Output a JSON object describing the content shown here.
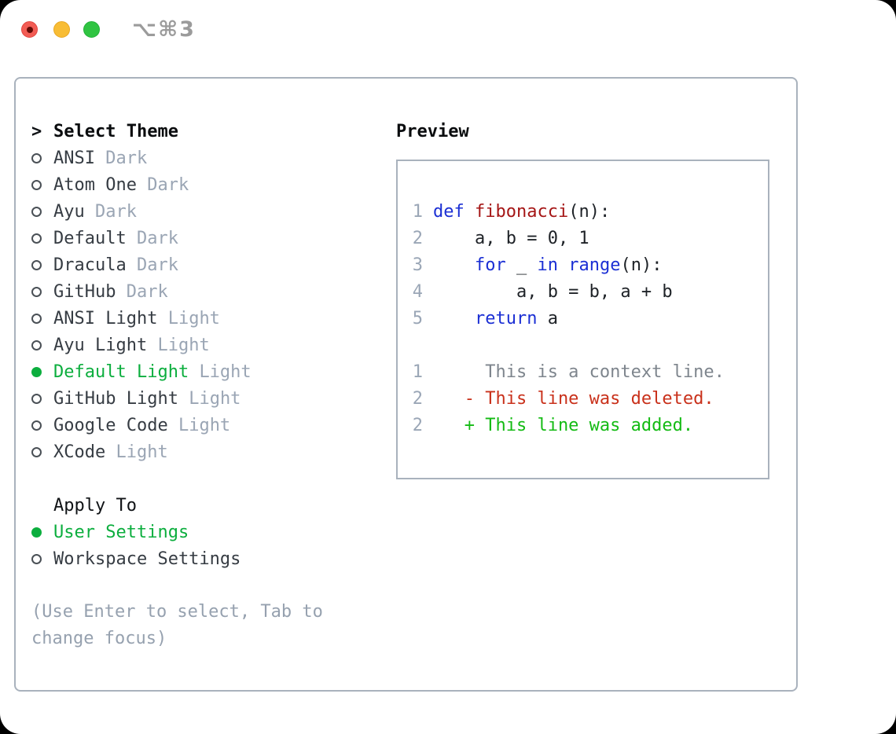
{
  "titlebar": {
    "shortcut": "⌥⌘3",
    "buttons": [
      "close",
      "minimize",
      "zoom"
    ]
  },
  "colors": {
    "traffic_red": "#f25c54",
    "traffic_yellow": "#f8bd35",
    "traffic_green": "#30c442",
    "panel_border": "#a9b2bd",
    "selection_green": "#0cae3e",
    "tag_gray": "#9aa5b4",
    "hint_gray": "#96a1af",
    "keyword_blue": "#1b2fd4",
    "function_red": "#a51616",
    "deleted_red": "#c9311b",
    "added_green": "#14bb14",
    "context_gray": "#7e858d",
    "line_number_gray": "#9aa6b6"
  },
  "theme_selector": {
    "title": "Select Theme",
    "prompt": ">",
    "items": [
      {
        "label": "ANSI",
        "tag": "Dark",
        "selected": false
      },
      {
        "label": "Atom One",
        "tag": "Dark",
        "selected": false
      },
      {
        "label": "Ayu",
        "tag": "Dark",
        "selected": false
      },
      {
        "label": "Default",
        "tag": "Dark",
        "selected": false
      },
      {
        "label": "Dracula",
        "tag": "Dark",
        "selected": false
      },
      {
        "label": "GitHub",
        "tag": "Dark",
        "selected": false
      },
      {
        "label": "ANSI Light",
        "tag": "Light",
        "selected": false
      },
      {
        "label": "Ayu Light",
        "tag": "Light",
        "selected": false
      },
      {
        "label": "Default Light",
        "tag": "Light",
        "selected": true
      },
      {
        "label": "GitHub Light",
        "tag": "Light",
        "selected": false
      },
      {
        "label": "Google Code",
        "tag": "Light",
        "selected": false
      },
      {
        "label": "XCode",
        "tag": "Light",
        "selected": false
      }
    ],
    "apply_to": {
      "title": "Apply To",
      "options": [
        {
          "label": "User Settings",
          "selected": true
        },
        {
          "label": "Workspace Settings",
          "selected": false
        }
      ]
    },
    "hint": "(Use Enter to select, Tab to change focus)"
  },
  "preview": {
    "title": "Preview",
    "lines": [
      {
        "num": "1",
        "segments": [
          {
            "t": "def",
            "c": "kw"
          },
          {
            "t": " ",
            "c": "pl"
          },
          {
            "t": "fibonacci",
            "c": "fn"
          },
          {
            "t": "(n):",
            "c": "pl"
          }
        ]
      },
      {
        "num": "2",
        "segments": [
          {
            "t": "    a, b = 0, 1",
            "c": "pl"
          }
        ]
      },
      {
        "num": "3",
        "segments": [
          {
            "t": "    ",
            "c": "pl"
          },
          {
            "t": "for",
            "c": "kw"
          },
          {
            "t": " _ ",
            "c": "pl"
          },
          {
            "t": "in",
            "c": "kw"
          },
          {
            "t": " ",
            "c": "pl"
          },
          {
            "t": "range",
            "c": "kw"
          },
          {
            "t": "(n):",
            "c": "pl"
          }
        ]
      },
      {
        "num": "4",
        "segments": [
          {
            "t": "        a, b = b, a + b",
            "c": "pl"
          }
        ]
      },
      {
        "num": "5",
        "segments": [
          {
            "t": "    ",
            "c": "pl"
          },
          {
            "t": "return",
            "c": "kw"
          },
          {
            "t": " a",
            "c": "pl"
          }
        ]
      },
      {
        "num": "",
        "segments": []
      },
      {
        "num": "1",
        "segments": [
          {
            "t": "     This is a context line.",
            "c": "ctx"
          }
        ]
      },
      {
        "num": "2",
        "segments": [
          {
            "t": "   - This line was deleted.",
            "c": "del"
          }
        ]
      },
      {
        "num": "2",
        "segments": [
          {
            "t": "   + This line was added.",
            "c": "add"
          }
        ]
      }
    ]
  }
}
